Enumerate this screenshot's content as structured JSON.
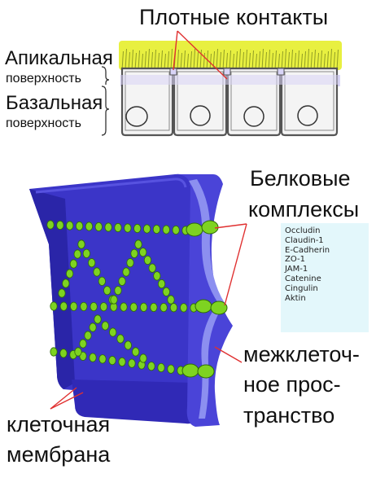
{
  "labels": {
    "tight_junctions": "Плотные контакты",
    "apical_1": "Апикальная",
    "apical_2": "поверхность",
    "basal_1": "Базальная",
    "basal_2": "поверхность",
    "protein_complexes_1": "Белковые",
    "protein_complexes_2": "комплексы",
    "intercellular_1": "межклеточ-",
    "intercellular_2": "ное прос-",
    "intercellular_3": "транство",
    "membrane_1": "клеточная",
    "membrane_2": "мембрана"
  },
  "proteins": [
    "Occludin",
    "Claudin-1",
    "E-Cadherin",
    "ZO-1",
    "JAM-1",
    "Catenine",
    "Cingulin",
    "Aktin"
  ],
  "colors": {
    "microvilli": "#e8f040",
    "membrane_blue": "#3b35c8",
    "membrane_dark": "#251f9a",
    "membrane_light": "#8c8ff0",
    "bead_green": "#7ed321",
    "leader_red": "#e03030",
    "protein_box": "#e3f7fb"
  }
}
